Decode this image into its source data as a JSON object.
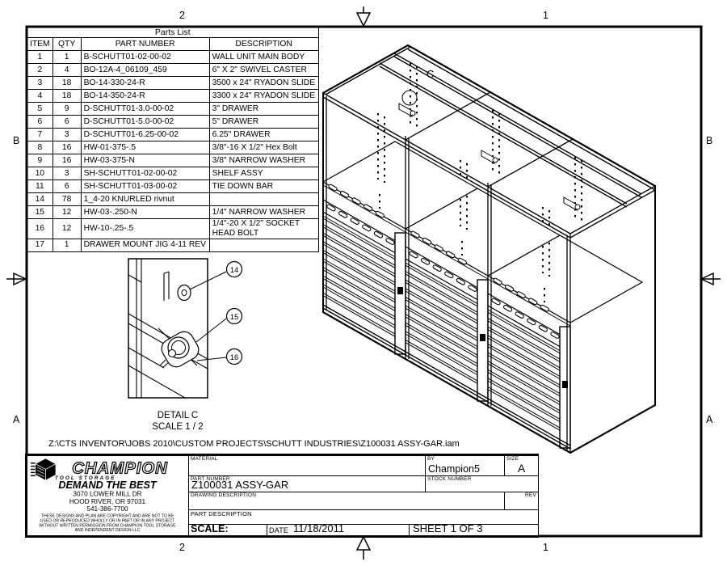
{
  "zones": {
    "top_left": "2",
    "top_right": "1",
    "bottom_left": "2",
    "bottom_right": "1",
    "left_upper": "B",
    "left_lower": "A",
    "right_upper": "B",
    "right_lower": "A"
  },
  "parts_list": {
    "title": "Parts List",
    "columns": [
      "ITEM",
      "QTY",
      "PART NUMBER",
      "DESCRIPTION"
    ],
    "rows": [
      [
        "1",
        "1",
        "B-SCHUTT01-02-00-02",
        "WALL UNIT MAIN BODY"
      ],
      [
        "2",
        "4",
        "BO-12A-4_06109_459",
        "6\" X 2\" SWIVEL CASTER"
      ],
      [
        "3",
        "18",
        "BO-14-330-24-R",
        "3500 x 24\" RYADON SLIDE"
      ],
      [
        "4",
        "18",
        "BO-14-350-24-R",
        "3300 x 24\" RYADON SLIDE"
      ],
      [
        "5",
        "9",
        "D-SCHUTT01-3.0-00-02",
        "3\" DRAWER"
      ],
      [
        "6",
        "6",
        "D-SCHUTT01-5.0-00-02",
        "5\" DRAWER"
      ],
      [
        "7",
        "3",
        "D-SCHUTT01-6.25-00-02",
        "6.25\" DRAWER"
      ],
      [
        "8",
        "16",
        "HW-01-375-.5",
        "3/8\"-16 X 1/2\" Hex Bolt"
      ],
      [
        "9",
        "16",
        "HW-03-375-N",
        "3/8\" NARROW WASHER"
      ],
      [
        "10",
        "3",
        "SH-SCHUTT01-02-00-02",
        "SHELF ASSY"
      ],
      [
        "11",
        "6",
        "SH-SCHUTT01-03-00-02",
        "TIE DOWN BAR"
      ],
      [
        "14",
        "78",
        "1_4-20 KNURLED rivnut",
        ""
      ],
      [
        "15",
        "12",
        "HW-03-.250-N",
        "1/4\" NARROW WASHER"
      ],
      [
        "16",
        "12",
        "HW-10-.25-.5",
        "1/4\"-20 X 1/2\" SOCKET\nHEAD BOLT"
      ],
      [
        "17",
        "1",
        "DRAWER MOUNT JIG 4-11 REV",
        ""
      ]
    ]
  },
  "main_view": {
    "detail_marker": "C"
  },
  "detail_view": {
    "label": "DETAIL  C",
    "scale": "SCALE 1 / 2",
    "balloons": [
      "14",
      "15",
      "16"
    ]
  },
  "file_path": "Z:\\CTS INVENTOR\\JOBS 2010\\CUSTOM PROJECTS\\SCHUTT INDUSTRIES\\Z100031 ASSY-GAR.iam",
  "title_block": {
    "logo": {
      "brand": "CHAMPION",
      "division": "TOOL STORAGE",
      "tagline": "DEMAND THE BEST",
      "address_line1": "3070 LOWER MILL DR",
      "address_line2": "HOOD RIVER, OR 97031",
      "phone": "541-386-7700",
      "copyright": [
        "THESE DESIGNS AND PLAN ARE COPYRIGHT AND ARE NOT TO BE",
        "USED OR REPRODUCED WHOLLY OR IN PART OR IN ANY PROJECT",
        "WITHOUT WRITTEN PERMISSION FROM CHAMPION TOOL STORAGE",
        "AND INDEPENDENT DESIGN LLC"
      ]
    },
    "fields": {
      "material_label": "MATERIAL",
      "by_label": "BY",
      "by_value": "Champion5",
      "size_label": "SIZE",
      "size_value": "A",
      "part_number_label": "PART NUMBER",
      "part_number_value": "Z100031 ASSY-GAR",
      "stock_number_label": "STOCK NUMBER",
      "drawing_description_label": "DRAWING DESCRIPTION",
      "rev_label": "REV",
      "part_description_label": "PART DESCRIPTION",
      "scale_label": "SCALE:",
      "date_label": "DATE",
      "date_value": "11/18/2011",
      "sheet_label": "SHEET 1  OF 3"
    }
  },
  "colors": {
    "ink": "#000000",
    "paper": "#ffffff"
  }
}
